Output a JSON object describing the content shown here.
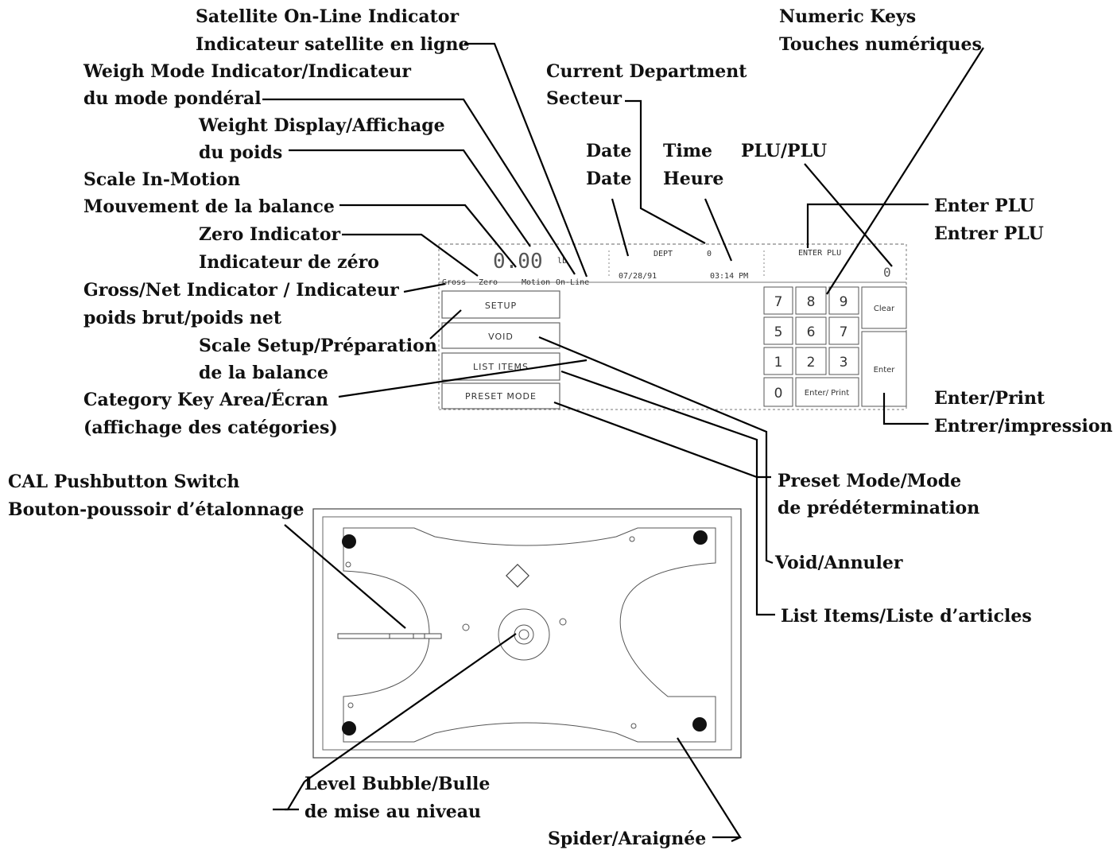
{
  "labels": {
    "satellite": [
      "Satellite On-Line Indicator",
      "Indicateur satellite en ligne"
    ],
    "weigh_mode": [
      "Weigh Mode Indicator/Indicateur",
      "du mode pondéral"
    ],
    "weight_display": [
      "Weight Display/Affichage",
      "du poids"
    ],
    "in_motion": [
      "Scale In-Motion",
      "Mouvement de la balance"
    ],
    "zero": [
      "Zero Indicator",
      "Indicateur de zéro"
    ],
    "gross_net": [
      "Gross/Net Indicator / Indicateur",
      "poids brut/poids net"
    ],
    "scale_setup": [
      "Scale Setup/Préparation",
      "de la balance"
    ],
    "category": [
      "Category Key Area/Écran",
      "(affichage des catégories)"
    ],
    "current_dept": [
      "Current Department",
      "Secteur"
    ],
    "date": [
      "Date",
      "Date"
    ],
    "time": [
      "Time",
      "Heure"
    ],
    "plu": "PLU/PLU",
    "numeric_keys": [
      "Numeric Keys",
      "Touches numériques"
    ],
    "enter_plu": [
      "Enter PLU",
      "Entrer PLU"
    ],
    "enter_print": [
      "Enter/Print",
      "Entrer/impression"
    ],
    "preset_mode": [
      "Preset Mode/Mode",
      "de prédétermination"
    ],
    "void": "Void/Annuler",
    "list_items": "List Items/Liste d’articles",
    "cal": [
      "CAL Pushbutton Switch",
      "Bouton-poussoir d’étalonnage"
    ],
    "level_bubble": [
      "Level Bubble/Bulle",
      "de mise au niveau"
    ],
    "spider": "Spider/Araignée"
  },
  "screen": {
    "weight": "0.00",
    "weight_unit": "lb",
    "status": [
      "Gross",
      "Zero",
      "Motion",
      "On-Line"
    ],
    "date_value": "07/28/91",
    "dept_label": "DEPT",
    "dept_value": "0",
    "time_value": "03:14 PM",
    "enter_plu": "ENTER PLU",
    "plu_value": "0"
  },
  "category_keys": [
    "SETUP",
    "VOID",
    "LIST ITEMS",
    "PRESET MODE"
  ],
  "keypad": {
    "rows": [
      [
        "7",
        "8",
        "9"
      ],
      [
        "5",
        "6",
        "7"
      ],
      [
        "1",
        "2",
        "3"
      ]
    ],
    "zero": "0",
    "enter_print": "Enter/ Print",
    "clear": "Clear",
    "enter": "Enter"
  }
}
